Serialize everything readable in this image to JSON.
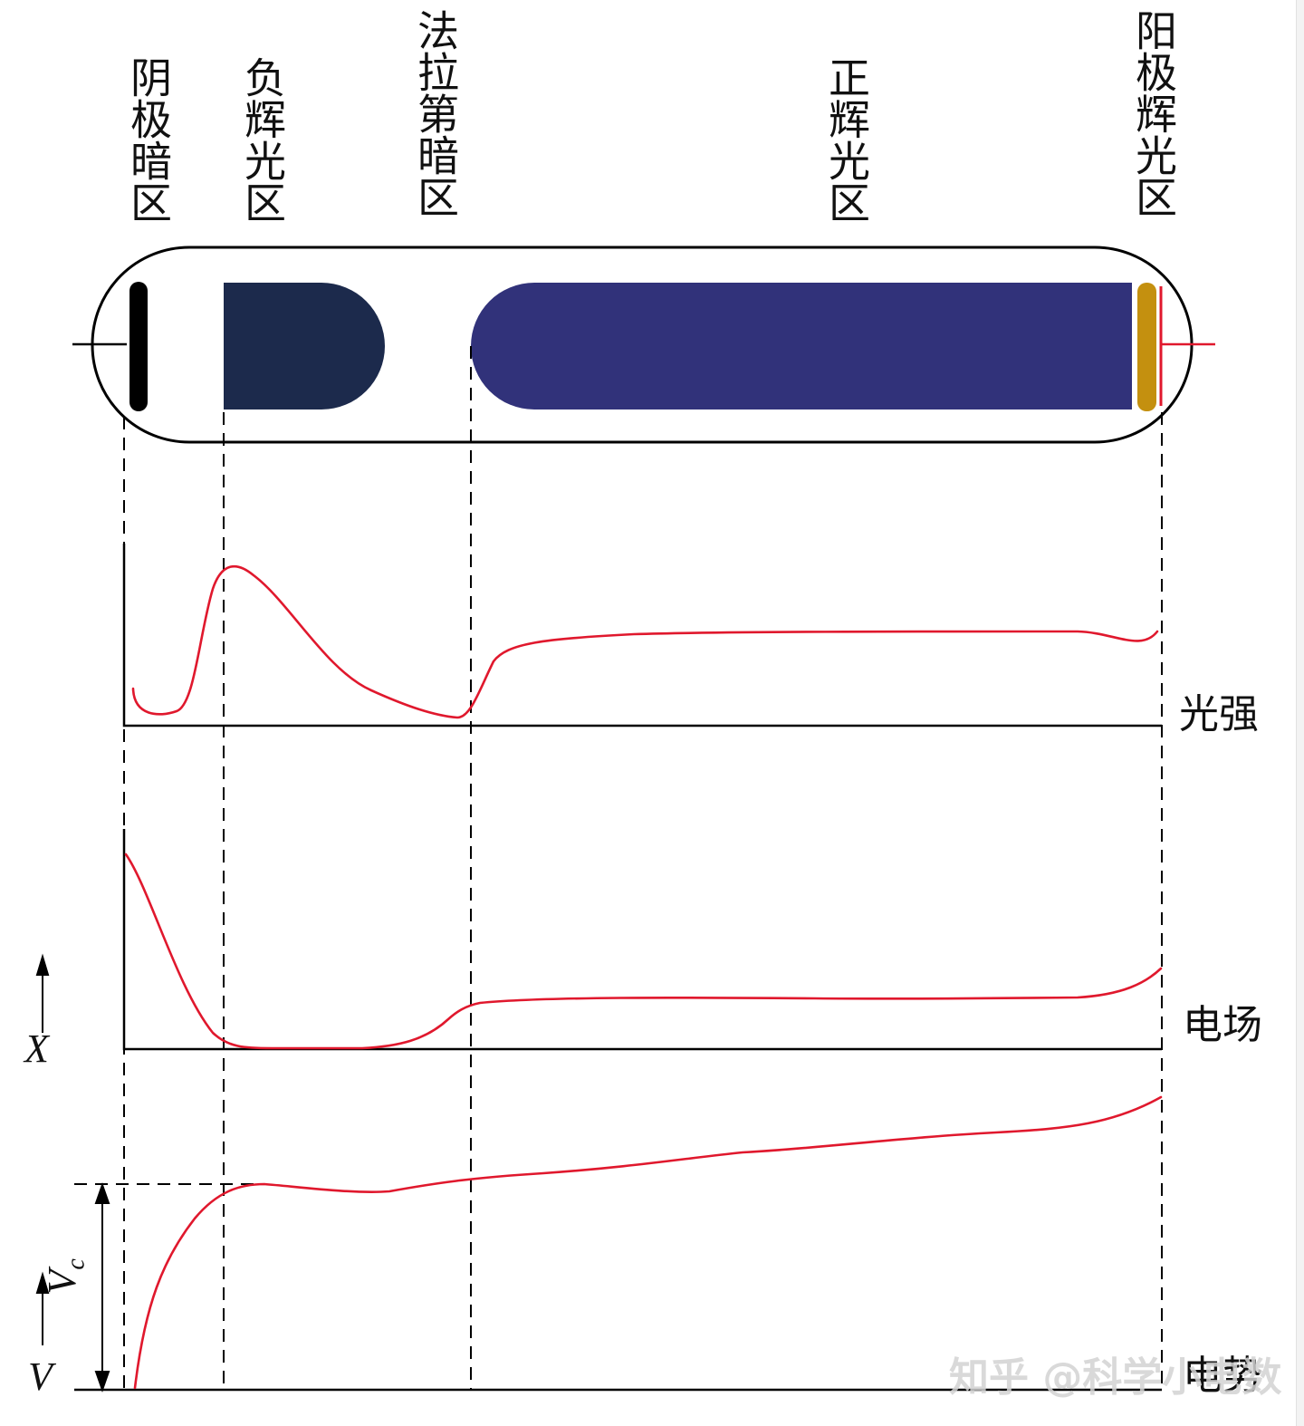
{
  "regions": {
    "cathode_dark": "阴极暗区",
    "negative_glow": "负辉光区",
    "faraday_dark": "法拉第暗区",
    "positive_column": "正辉光区",
    "anode_glow": "阳极辉光区"
  },
  "curves": {
    "light": "光强",
    "field": "电场",
    "potential": "电势"
  },
  "axes": {
    "field_symbol": "X",
    "potential_symbol": "V",
    "cathode_fall_symbol": "V",
    "cathode_fall_subscript": "c"
  },
  "watermark": "知乎 @科学小电数",
  "colors": {
    "curve": "#e0182d",
    "negative_glow": "#1c2a4c",
    "positive_column": "#31327a",
    "anode_glow": "#c4900f",
    "cathode": "#000000",
    "anode_lead": "#e0182d"
  }
}
